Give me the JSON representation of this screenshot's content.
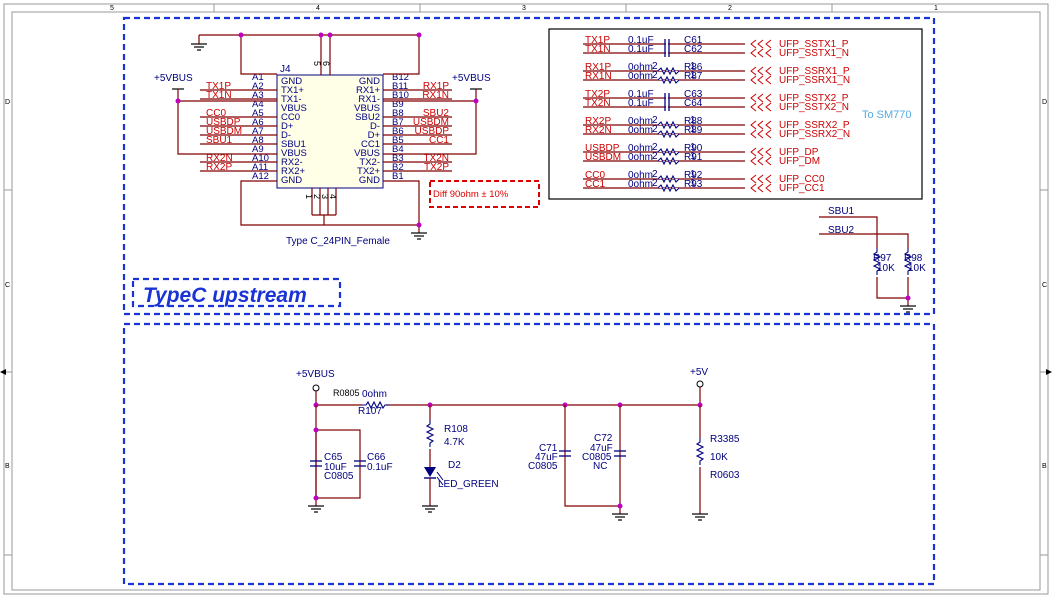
{
  "frame": {
    "cols_top": [
      "5",
      "4",
      "3",
      "2",
      "1"
    ],
    "rows_left": [
      "D",
      "C",
      "B"
    ],
    "rows_right": [
      "D",
      "C",
      "B"
    ]
  },
  "upstream": {
    "title": "TypeC upstream",
    "connector": {
      "ref": "J4",
      "name": "Type C_24PIN_Female",
      "left_pins": [
        {
          "num": "A1",
          "name": "GND",
          "net": ""
        },
        {
          "num": "A2",
          "name": "TX1+",
          "net": "TX1P"
        },
        {
          "num": "A3",
          "name": "TX1-",
          "net": "TX1N"
        },
        {
          "num": "A4",
          "name": "VBUS",
          "net": ""
        },
        {
          "num": "A5",
          "name": "CC0",
          "net": "CC0"
        },
        {
          "num": "A6",
          "name": "D+",
          "net": "USBDP"
        },
        {
          "num": "A7",
          "name": "D-",
          "net": "USBDM"
        },
        {
          "num": "A8",
          "name": "SBU1",
          "net": "SBU1"
        },
        {
          "num": "A9",
          "name": "VBUS",
          "net": ""
        },
        {
          "num": "A10",
          "name": "RX2-",
          "net": "RX2N"
        },
        {
          "num": "A11",
          "name": "RX2+",
          "net": "RX2P"
        },
        {
          "num": "A12",
          "name": "GND",
          "net": ""
        }
      ],
      "right_pins": [
        {
          "num": "B12",
          "name": "GND",
          "net": ""
        },
        {
          "num": "B11",
          "name": "RX1+",
          "net": "RX1P"
        },
        {
          "num": "B10",
          "name": "RX1-",
          "net": "RX1N"
        },
        {
          "num": "B9",
          "name": "VBUS",
          "net": ""
        },
        {
          "num": "B8",
          "name": "SBU2",
          "net": "SBU2"
        },
        {
          "num": "B7",
          "name": "D-",
          "net": "USBDM"
        },
        {
          "num": "B6",
          "name": "D+",
          "net": "USBDP"
        },
        {
          "num": "B5",
          "name": "CC1",
          "net": "CC1"
        },
        {
          "num": "B4",
          "name": "VBUS",
          "net": ""
        },
        {
          "num": "B3",
          "name": "TX2-",
          "net": "TX2N"
        },
        {
          "num": "B2",
          "name": "TX2+",
          "net": "TX2P"
        },
        {
          "num": "B1",
          "name": "GND",
          "net": ""
        }
      ],
      "top_pins": [
        "5",
        "6"
      ],
      "bottom_pins": [
        "1",
        "2",
        "3",
        "4"
      ]
    },
    "vbus_left": "+5VBUS",
    "vbus_right": "+5VBUS",
    "diff_note": "Diff 90ohm ± 10%",
    "to_label": "To SM770",
    "mapping": [
      {
        "nets": [
          "TX1P",
          "TX1N"
        ],
        "val": [
          "0.1uF",
          "0.1uF"
        ],
        "pn": [
          "",
          ""
        ],
        "refs": [
          "C61",
          "C62"
        ],
        "kind": "cap",
        "outs": [
          "UFP_SSTX1_P",
          "UFP_SSTX1_N"
        ]
      },
      {
        "nets": [
          "RX1P",
          "RX1N"
        ],
        "val": [
          "0ohm",
          "0ohm"
        ],
        "pn": [
          "2",
          "1"
        ],
        "refs": [
          "R86",
          "R87"
        ],
        "kind": "res",
        "outs": [
          "UFP_SSRX1_P",
          "UFP_SSRX1_N"
        ]
      },
      {
        "nets": [
          "TX2P",
          "TX2N"
        ],
        "val": [
          "0.1uF",
          "0.1uF"
        ],
        "pn": [
          "",
          ""
        ],
        "refs": [
          "C63",
          "C64"
        ],
        "kind": "cap",
        "outs": [
          "UFP_SSTX2_P",
          "UFP_SSTX2_N"
        ]
      },
      {
        "nets": [
          "RX2P",
          "RX2N"
        ],
        "val": [
          "0ohm",
          "0ohm"
        ],
        "pn": [
          "2",
          "1"
        ],
        "refs": [
          "R88",
          "R89"
        ],
        "kind": "res",
        "outs": [
          "UFP_SSRX2_P",
          "UFP_SSRX2_N"
        ]
      },
      {
        "nets": [
          "USBDP",
          "USBDM"
        ],
        "val": [
          "0ohm",
          "0ohm"
        ],
        "pn": [
          "2",
          "1"
        ],
        "refs": [
          "R90",
          "R91"
        ],
        "kind": "res",
        "outs": [
          "UFP_DP",
          "UFP_DM"
        ]
      },
      {
        "nets": [
          "CC0",
          "CC1"
        ],
        "val": [
          "0ohm",
          "0ohm"
        ],
        "pn": [
          "2",
          "1"
        ],
        "refs": [
          "R92",
          "R93"
        ],
        "kind": "res",
        "outs": [
          "UFP_CC0",
          "UFP_CC1"
        ]
      }
    ],
    "sbu": {
      "nets": [
        "SBU1",
        "SBU2"
      ],
      "refs": [
        "R97",
        "R98"
      ],
      "vals": [
        "10K",
        "10K"
      ]
    }
  },
  "power": {
    "vbus_label": "+5VBUS",
    "v5_label": "+5V",
    "r107": {
      "ref": "R107",
      "pkg": "R0805",
      "val": "0ohm"
    },
    "c65": {
      "ref": "C65",
      "val": "10uF",
      "pkg": "C0805"
    },
    "c66": {
      "ref": "C66",
      "val": "0.1uF"
    },
    "r108": {
      "ref": "R108",
      "val": "4.7K"
    },
    "d2": {
      "ref": "D2",
      "val": "LED_GREEN"
    },
    "c71": {
      "ref": "C71",
      "val": "47uF",
      "pkg": "C0805"
    },
    "c72": {
      "ref": "C72",
      "val": "47uF",
      "pkg": "C0805",
      "note": "NC"
    },
    "r3385": {
      "ref": "R3385",
      "val": "10K",
      "pkg": "R0603"
    }
  }
}
